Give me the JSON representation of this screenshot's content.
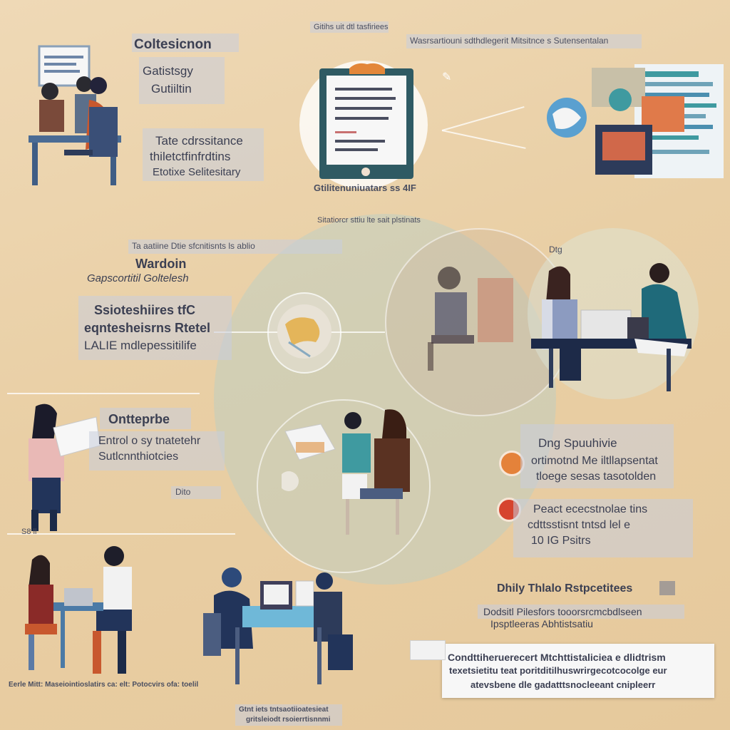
{
  "section_top_left": {
    "heading": "Coltesicnon",
    "sub": [
      "Gatistsgy",
      "Gutiiltin"
    ],
    "body": [
      "Tate cdrssitance",
      "thiletctfinfrdtins",
      "Etotixe Selitesitary"
    ]
  },
  "header_strip_center": "Gitihs uit dtl tasfiriees",
  "header_strip_right": "Wasrsartiouni sdthdlegerit Mitsitnce s Sutensentalan",
  "clipboard_caption": "Gtilitenuniuatars ss 4IF",
  "clipboard_sub": "Sitatiorcr sttiu lte sait plstinats",
  "section_mid_left": {
    "header": "Ta aatiine   Dtie   sfcnitisnts ls ablio",
    "title": "Wardoin",
    "subtitle": "Gapscortitil Goltelesh",
    "body": [
      "Ssioteshiires  tfC",
      "eqntesheisrns Rtetel",
      "LALIE mdlepessitilife"
    ]
  },
  "mid_right_tag": "Dtg",
  "section_lower_left": {
    "title": "Ontteprbe",
    "body": [
      "Entrol o sy tnatetehr",
      "Sutlcnnthiotcies"
    ],
    "tag": "Dito"
  },
  "section_right_1": {
    "title": "Dng Spuuhivie",
    "body": [
      "ortimotnd Me iltllapsentat",
      "tloege  sesas  tasotolden"
    ]
  },
  "section_right_2": {
    "body": [
      "Peact ececstnolae tins",
      "cdttsstisnt tntsd lel e",
      "10 IG Psitrs"
    ]
  },
  "section_bottom_right": {
    "title": "Dhily  Thlalo  Rstpcetitees",
    "body": [
      "Dodsitl Pilesfors tooorsrcmcbdlseen",
      "Ipsptleeras  Abhtistsatiu"
    ]
  },
  "bottom_card": [
    "Condttiheruerecert Mtchttistaliciea e dlidtrism",
    "texetsietitu teat poritditilhuswrirgecotcocolge eur",
    "atevsbene dle gadatttsnocleeant cnipleerr"
  ],
  "bottom_left_caption": "Eerle Mitt: Maseiointioslatirs ca: elt: Potocvirs ofa: toelil",
  "bottom_center_caption": [
    "Gtnt iets tntsaotiioatesieat",
    "gritsleiodt rsoierrtisnnmi"
  ],
  "small_tag_left": "S8 ll",
  "colors": {
    "background": "#e9cfa5",
    "navy": "#2d3b5a",
    "teal": "#3f9aa0",
    "rust": "#c8582e",
    "label_text": "#3b3f52"
  }
}
